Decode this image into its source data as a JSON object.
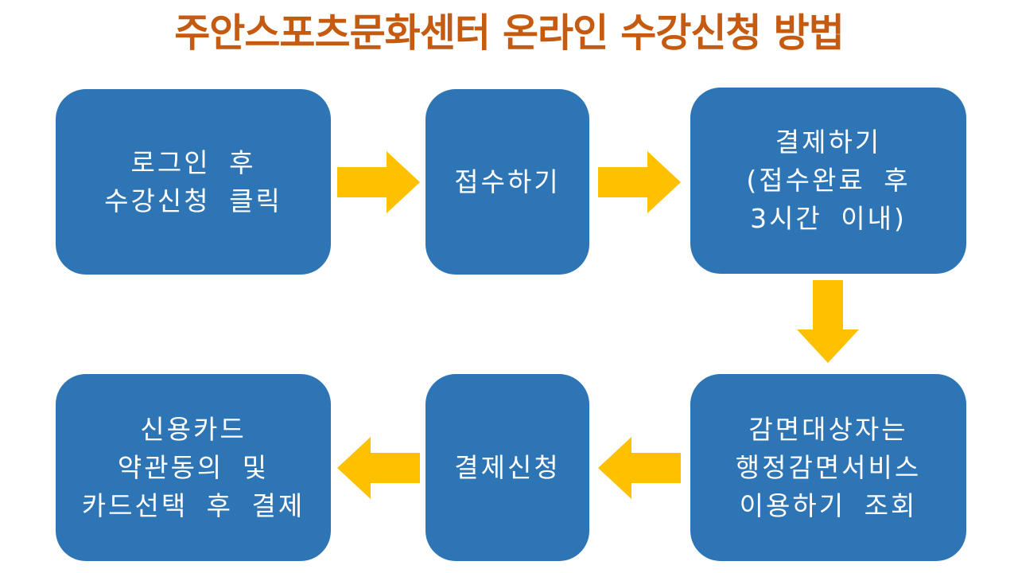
{
  "title": "주안스포츠문화센터 온라인 수강신청 방법",
  "colors": {
    "box": "#2E75B6",
    "box_text": "#FFFFFF",
    "arrow": "#FFC000",
    "title": "#C55A11",
    "background": "#FFFFFF"
  },
  "flow": {
    "steps": [
      {
        "order": 1,
        "position": "top-left",
        "lines": [
          "로그인 후",
          "수강신청 클릭"
        ]
      },
      {
        "order": 2,
        "position": "top-middle",
        "lines": [
          "접수하기"
        ]
      },
      {
        "order": 3,
        "position": "top-right",
        "lines": [
          "결제하기",
          "(접수완료 후",
          "3시간 이내)"
        ]
      },
      {
        "order": 4,
        "position": "bottom-right",
        "lines": [
          "감면대상자는",
          "행정감면서비스",
          "이용하기 조회"
        ]
      },
      {
        "order": 5,
        "position": "bottom-middle",
        "lines": [
          "결제신청"
        ]
      },
      {
        "order": 6,
        "position": "bottom-left",
        "lines": [
          "신용카드",
          "약관동의 및",
          "카드선택 후 결제"
        ]
      }
    ],
    "arrows": [
      {
        "from": 1,
        "to": 2,
        "direction": "right"
      },
      {
        "from": 2,
        "to": 3,
        "direction": "right"
      },
      {
        "from": 3,
        "to": 4,
        "direction": "down"
      },
      {
        "from": 4,
        "to": 5,
        "direction": "left"
      },
      {
        "from": 5,
        "to": 6,
        "direction": "left"
      }
    ]
  }
}
